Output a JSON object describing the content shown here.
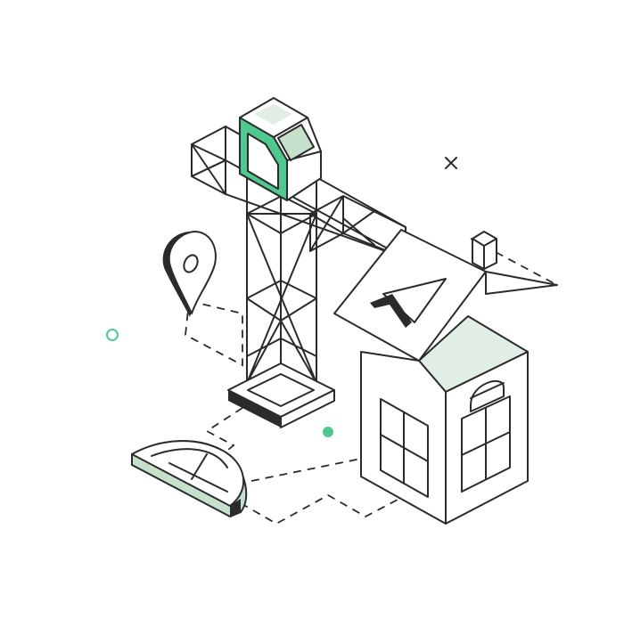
{
  "illustration": {
    "subject": "crane-and-house",
    "colors": {
      "stroke": "#2b2b2b",
      "accent_green": "#4fc98f",
      "light_green": "#e1eee5",
      "mid_green": "#c5e1cc",
      "background": "#ffffff"
    },
    "icons": [
      "tower-crane",
      "house",
      "map-pin",
      "protractor",
      "close-x",
      "circle-dot"
    ]
  }
}
